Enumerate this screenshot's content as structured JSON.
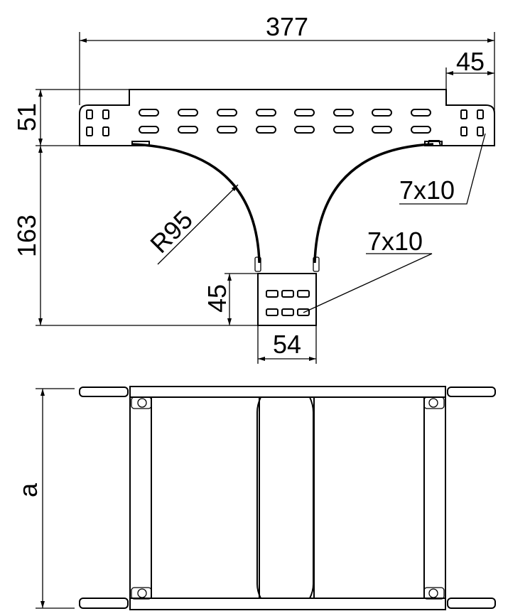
{
  "drawing": {
    "dimensions": {
      "total_width": "377",
      "end_width": "45",
      "flange_height": "51",
      "height": "163",
      "radius": "R95",
      "branch_height": "45",
      "branch_width": "54",
      "depth": "a"
    },
    "callouts": {
      "hole_size_side": "7x10",
      "hole_size_branch": "7x10"
    },
    "colors": {
      "line": "#000000",
      "background": "#ffffff"
    }
  }
}
